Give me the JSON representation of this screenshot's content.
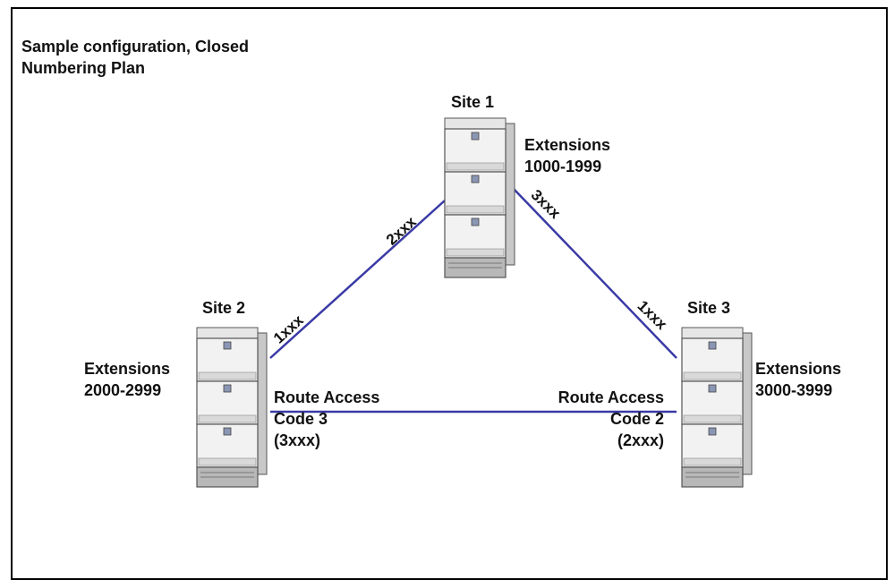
{
  "title_lines": [
    "Sample configuration, Closed",
    "Numbering Plan"
  ],
  "sites": [
    {
      "name": "Site 1",
      "extensions_label": "Extensions",
      "extensions_range": "1000-1999"
    },
    {
      "name": "Site 2",
      "extensions_label": "Extensions",
      "extensions_range": "2000-2999"
    },
    {
      "name": "Site 3",
      "extensions_label": "Extensions",
      "extensions_range": "3000-3999"
    }
  ],
  "links": {
    "site1_site2": {
      "near_site1": "2xxx",
      "near_site2": "1xxx"
    },
    "site1_site3": {
      "near_site1": "3xxx",
      "near_site3": "1xxx"
    },
    "site2_site3": {
      "near_site2": [
        "Route Access",
        "Code 3",
        "(3xxx)"
      ],
      "near_site3": [
        "Route Access",
        "Code 2",
        "(2xxx)"
      ]
    }
  },
  "colors": {
    "link_line": "#3a3aa6",
    "cabinet_fill": "#f2f2f2",
    "cabinet_shade": "#c8c8c8",
    "cabinet_outline": "#555555"
  }
}
